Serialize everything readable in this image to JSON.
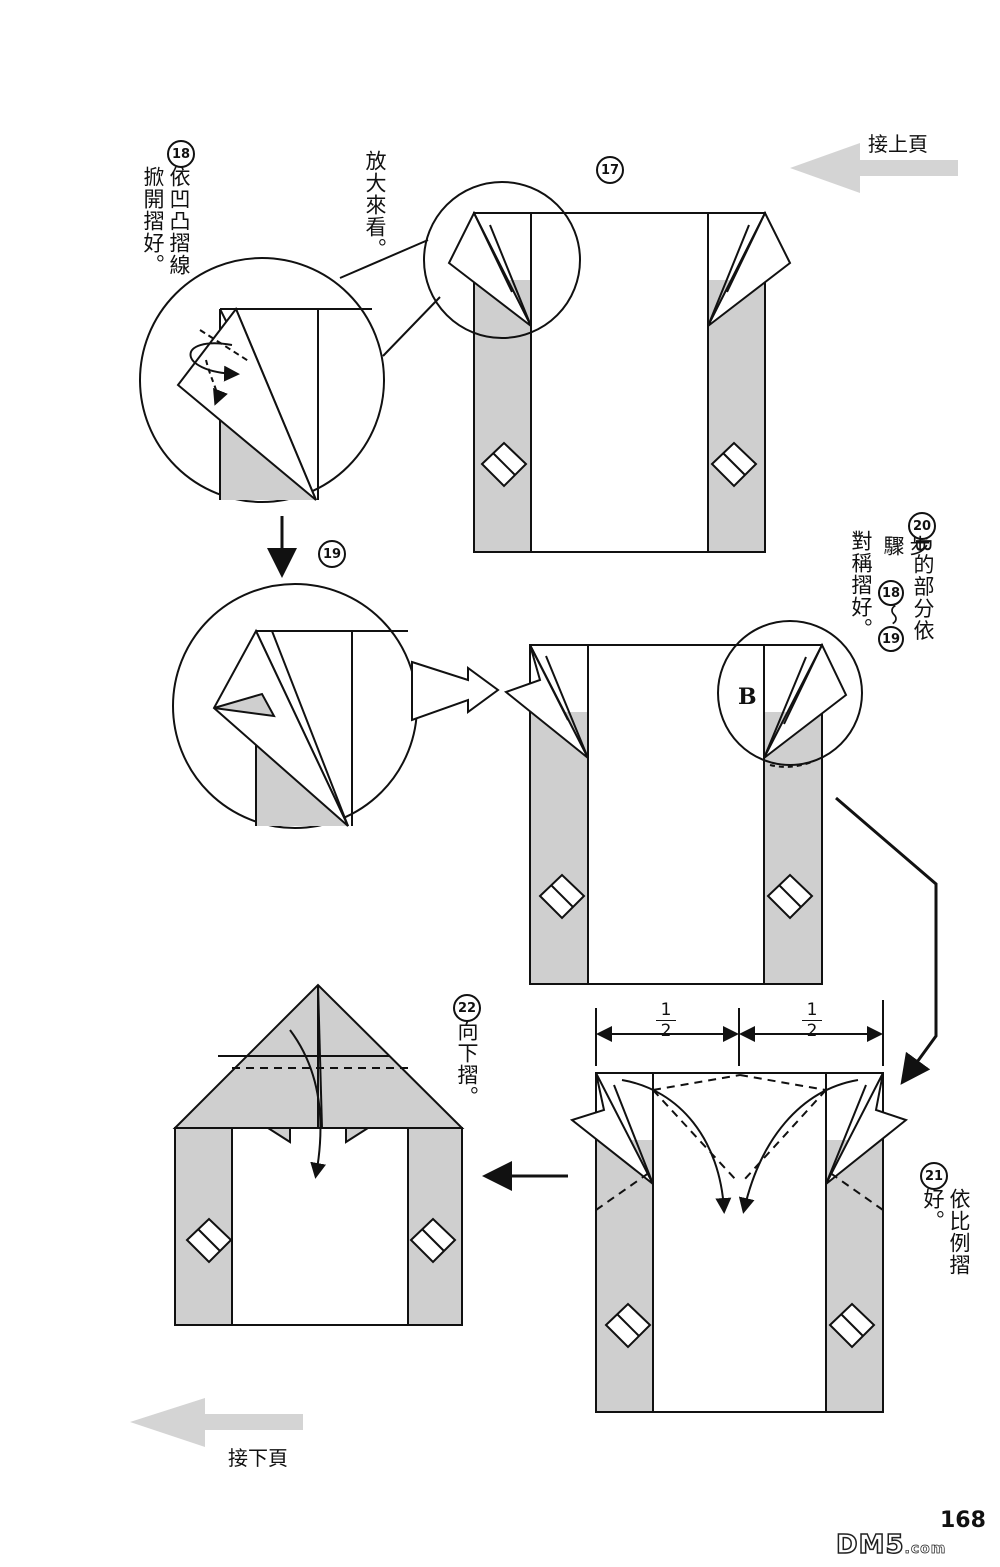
{
  "nav": {
    "continued_from": "接上頁",
    "continued_to": "接下頁"
  },
  "steps": {
    "s17": {
      "num": "17"
    },
    "s18": {
      "num": "18",
      "text": "依凹凸摺線掀開摺好。"
    },
    "zoom_note": "放大來看。",
    "s19": {
      "num": "19"
    },
    "s20": {
      "num": "20",
      "line1": "B的部分依",
      "line2_a": "步驟",
      "line2_b": "18",
      "line2_c": "～",
      "line2_d": "19",
      "line3": "對稱摺好。"
    },
    "s21": {
      "num": "21",
      "text": "依比例摺好。"
    },
    "s22": {
      "num": "22",
      "text": "向下摺。"
    }
  },
  "labels": {
    "b_marker": "B",
    "half_num": "1",
    "half_den": "2"
  },
  "page_number": "168",
  "watermark": {
    "main": "DM5",
    "suffix": ".com"
  }
}
